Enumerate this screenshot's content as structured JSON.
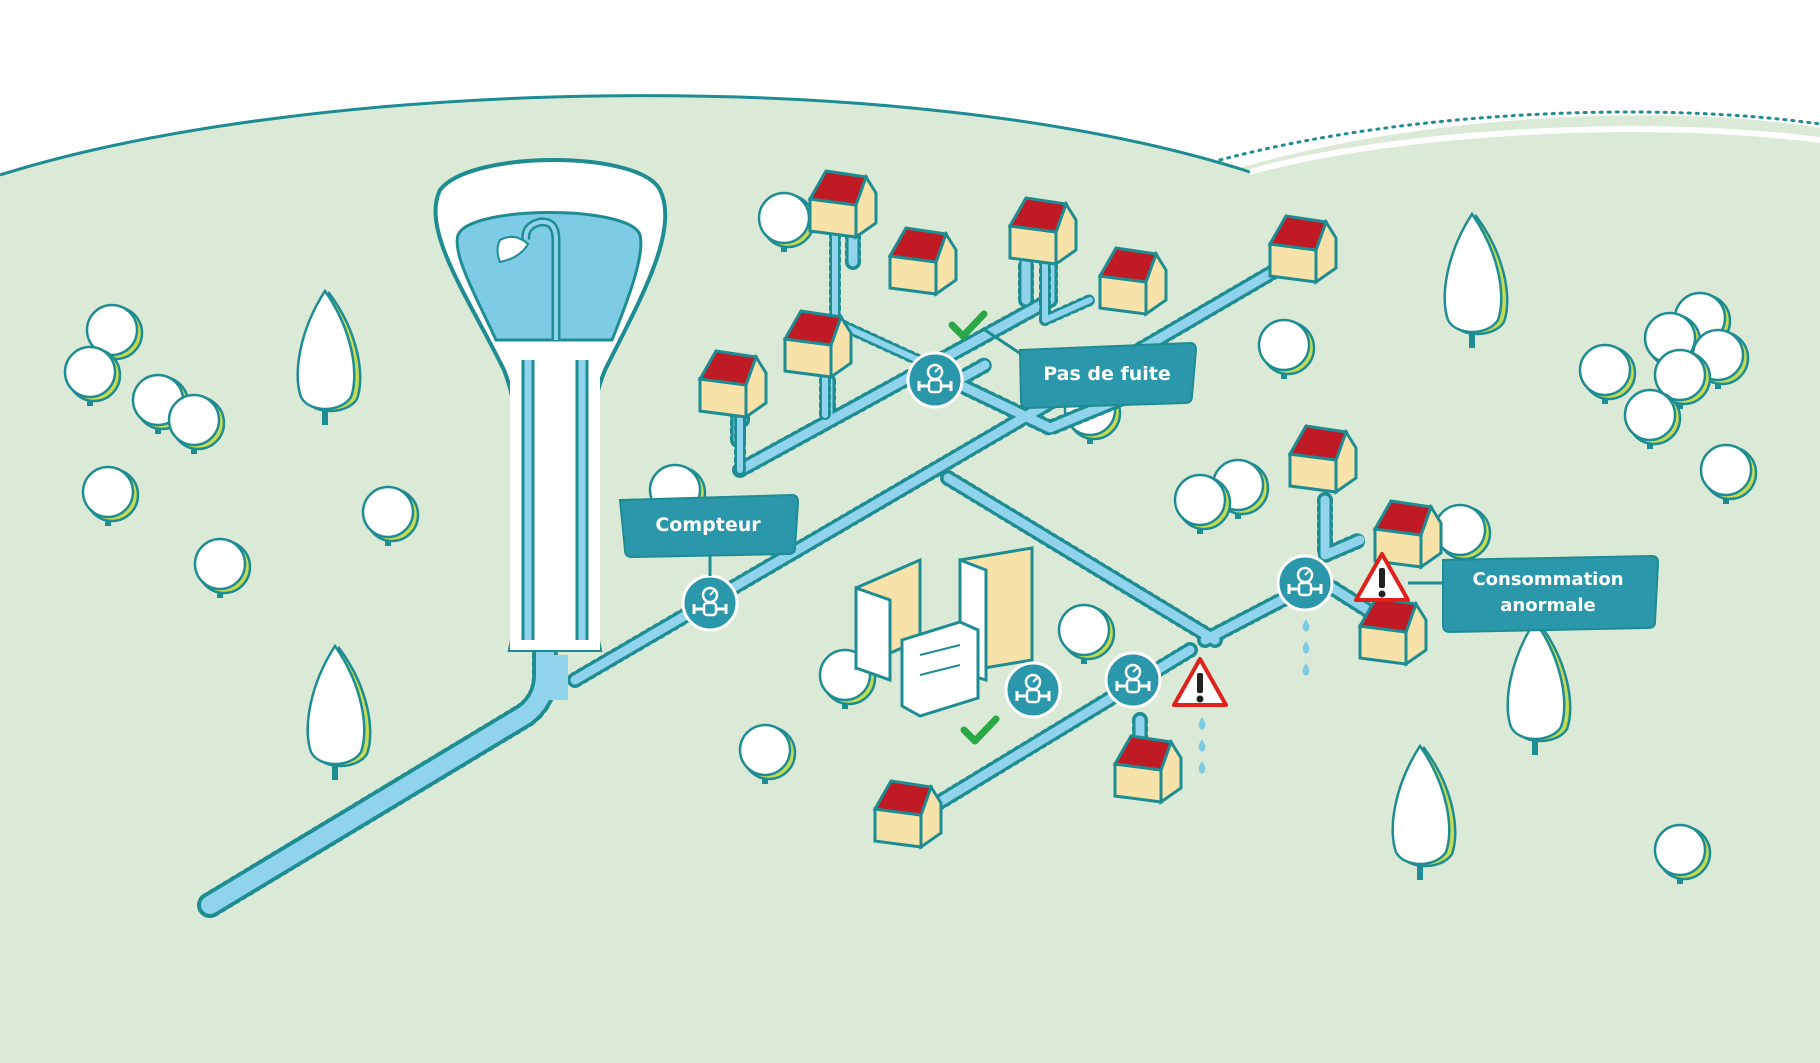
{
  "labels": {
    "meter": "Compteur",
    "no_leak": "Pas de fuite",
    "abnormal_line1": "Consommation",
    "abnormal_line2": "anormale"
  },
  "colors": {
    "ground": "#dbead6",
    "outline": "#1e8c93",
    "water": "#7ecbe6",
    "pipe": "#8fd3ec",
    "label_bg": "#2a97ab",
    "roof": "#c01a24",
    "wall": "#f7e3aa",
    "tree_leaf": "#ffffff",
    "tree_shadow": "#c5dc52",
    "check": "#2aa845",
    "warning": "#e0221c"
  },
  "icons": {
    "meter": "water-meter-icon",
    "ok": "check-icon",
    "alert": "warning-icon",
    "drop": "water-drop-icon"
  }
}
